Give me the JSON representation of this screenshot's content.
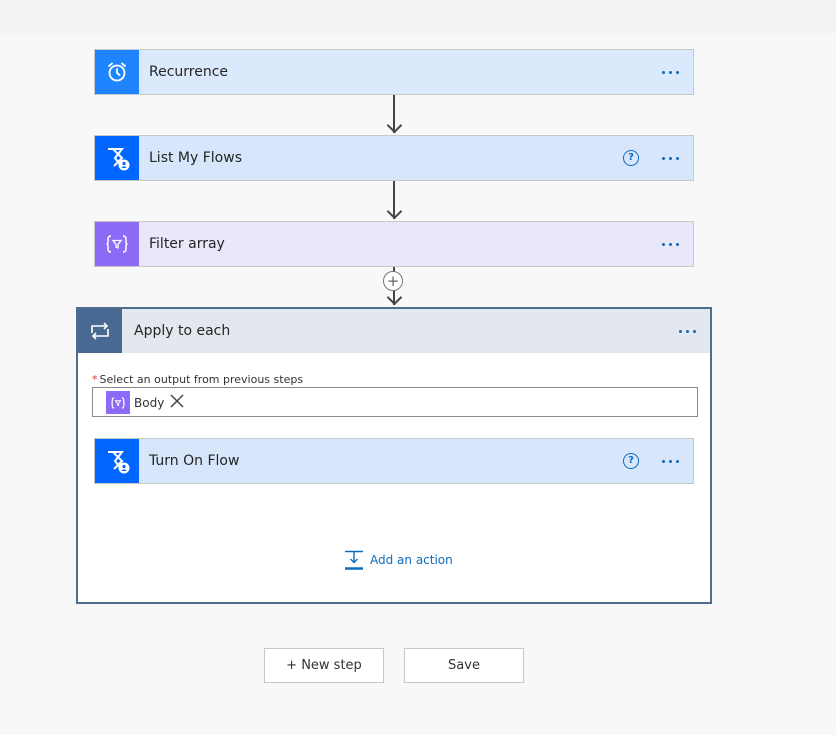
{
  "steps": [
    {
      "title": "Recurrence",
      "icon": "alarm-clock-icon",
      "color": "#1f85ff",
      "bg": "#dbe9fc"
    },
    {
      "title": "List My Flows",
      "icon": "power-automate-icon",
      "color": "#0066ff",
      "bg": "#d8e6fb"
    },
    {
      "title": "Filter array",
      "icon": "filter-array-icon",
      "color": "#8c6cf7",
      "bg": "#ebe7fb"
    }
  ],
  "insert_symbol": "+",
  "scope": {
    "title": "Apply to each",
    "icon": "loop-icon",
    "field_required_mark": "*",
    "field_label": "Select an output from previous steps",
    "token_label": "Body",
    "inner_step": {
      "title": "Turn On Flow",
      "icon": "power-automate-icon"
    },
    "add_action_label": "Add an action",
    "help_symbol": "?"
  },
  "buttons": {
    "new_step": "+ New step",
    "save": "Save"
  }
}
